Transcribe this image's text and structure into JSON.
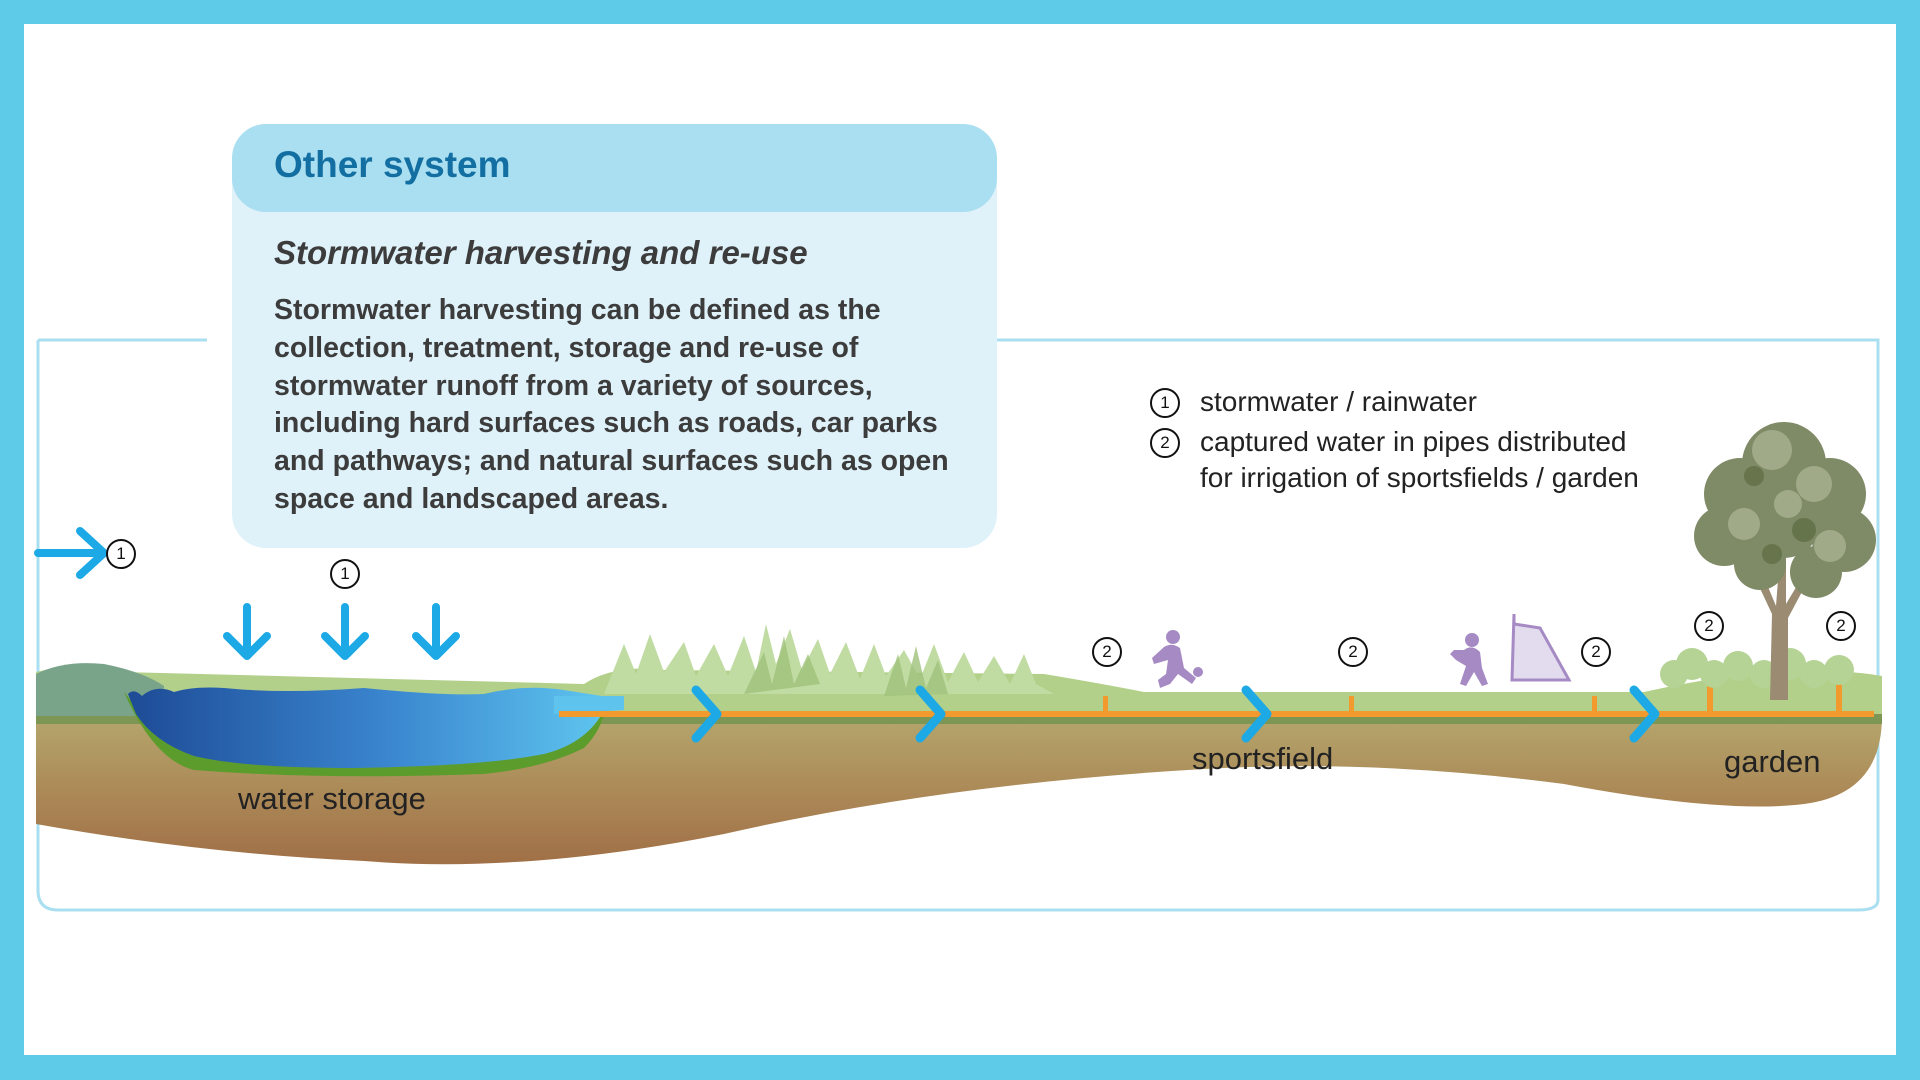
{
  "infobox": {
    "title": "Other system",
    "subtitle": "Stormwater harvesting and re-use",
    "body": "Stormwater harvesting can be defined as the collection, treatment, storage and re-use of stormwater runoff from a variety of sources, including hard surfaces such as roads, car parks and pathways; and natural surfaces such as open space and landscaped areas."
  },
  "legend": {
    "items": [
      {
        "number": "1",
        "text": "stormwater / rainwater"
      },
      {
        "number": "2",
        "text": "captured water in pipes distributed"
      },
      {
        "number": "",
        "text": "for irrigation of sportsfields / garden"
      }
    ]
  },
  "labels": {
    "water_storage": "water storage",
    "sportsfield": "sportsfield",
    "garden": "garden"
  },
  "markers": {
    "one": "1",
    "two": "2"
  },
  "colors": {
    "frame": "#5ecbe8",
    "arrow": "#1ca9e6",
    "pipe": "#f29a2e",
    "water_dark": "#1e4f9a",
    "water_light": "#57c0ec",
    "soil": "#a98a5a",
    "grass": "#b3d08a",
    "player": "#a68ac4"
  }
}
